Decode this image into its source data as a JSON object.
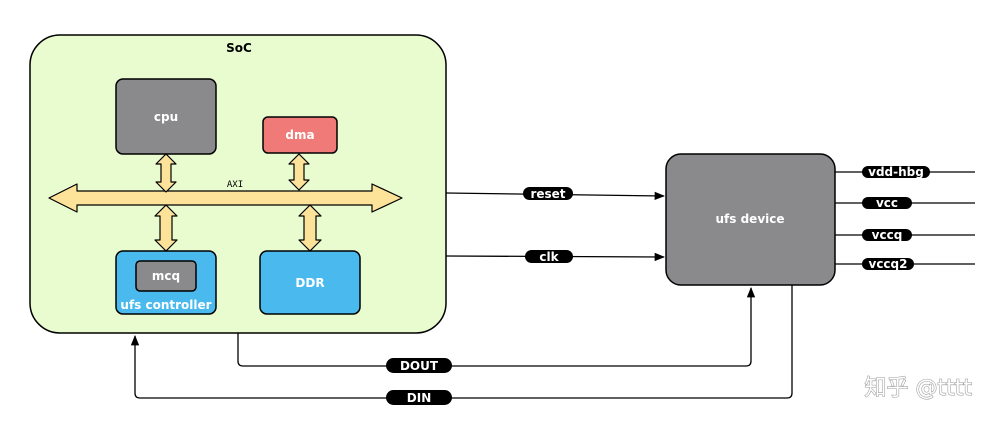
{
  "soc": {
    "title": "SoC"
  },
  "blocks": {
    "cpu": "cpu",
    "dma": "dma",
    "mcq": "mcq",
    "ufs_controller": "ufs controller",
    "ddr": "DDR",
    "ufs_device": "ufs device"
  },
  "bus": {
    "label": "AXI"
  },
  "signals": {
    "reset": "reset",
    "clk": "clk",
    "dout": "DOUT",
    "din": "DIN"
  },
  "power_rails": [
    "vdd-hbg",
    "vcc",
    "vccq",
    "vccq2"
  ],
  "watermark": "知乎 @tttt",
  "colors": {
    "soc_fill": "#e8fccf",
    "cpu_fill": "#8a898c",
    "dma_fill": "#f07a78",
    "ufs_ctrl_fill": "#4ab9ee",
    "ddr_fill": "#4ab9ee",
    "device_fill": "#8a898c",
    "arrow_fill": "#fde29a",
    "pill_fill": "#000000"
  }
}
